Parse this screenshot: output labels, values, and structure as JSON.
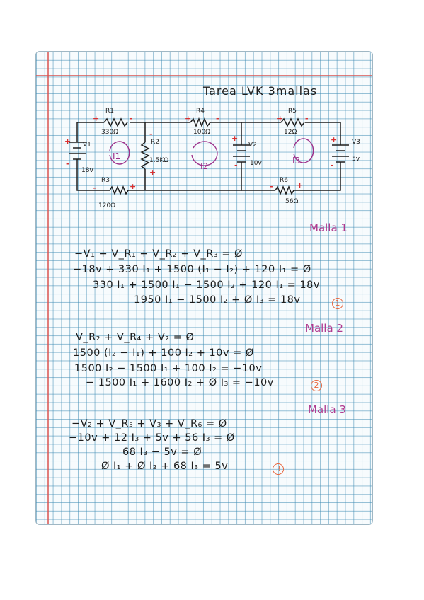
{
  "title": "Tarea LVK 3mallas",
  "circuit": {
    "R1": {
      "name": "R1",
      "value": "330Ω"
    },
    "R2": {
      "name": "R2",
      "value": "1.5KΩ"
    },
    "R3": {
      "name": "R3",
      "value": "120Ω"
    },
    "R4": {
      "name": "R4",
      "value": "100Ω"
    },
    "R5": {
      "name": "R5",
      "value": "12Ω"
    },
    "R6": {
      "name": "R6",
      "value": "56Ω"
    },
    "V1": {
      "name": "V1",
      "value": "18v"
    },
    "V2": {
      "name": "V2",
      "value": "10v"
    },
    "V3": {
      "name": "V3",
      "value": "5v"
    },
    "I1": "I1",
    "I2": "I2",
    "I3": "I3",
    "plus": "+",
    "minus": "-"
  },
  "malla1": {
    "heading": "Malla 1",
    "lines": [
      "−V₁ + V_R₁ + V_R₂ + V_R₃ = Ø",
      "−18v + 330 I₁ + 1500 (I₁ − I₂) + 120 I₁ = Ø",
      "330 I₁ + 1500 I₁ − 1500 I₂ + 120 I₁ = 18v",
      "1950 I₁ − 1500 I₂ + Ø I₃ = 18v"
    ],
    "marker": "1"
  },
  "malla2": {
    "heading": "Malla 2",
    "lines": [
      "V_R₂ + V_R₄ + V₂ = Ø",
      "1500 (I₂ − I₁) + 100 I₂ + 10v = Ø",
      "1500 I₂ − 1500 I₁ + 100 I₂ = −10v",
      "− 1500 I₁ + 1600 I₂ + Ø I₃ = −10v"
    ],
    "marker": "2"
  },
  "malla3": {
    "heading": "Malla 3",
    "lines": [
      "−V₂ + V_R₅ + V₃ + V_R₆ = Ø",
      "−10v + 12 I₃ + 5v + 56 I₃ = Ø",
      "68 I₃ − 5v = Ø",
      "Ø I₁ + Ø I₂ + 68 I₃ = 5v"
    ],
    "marker": "3"
  }
}
